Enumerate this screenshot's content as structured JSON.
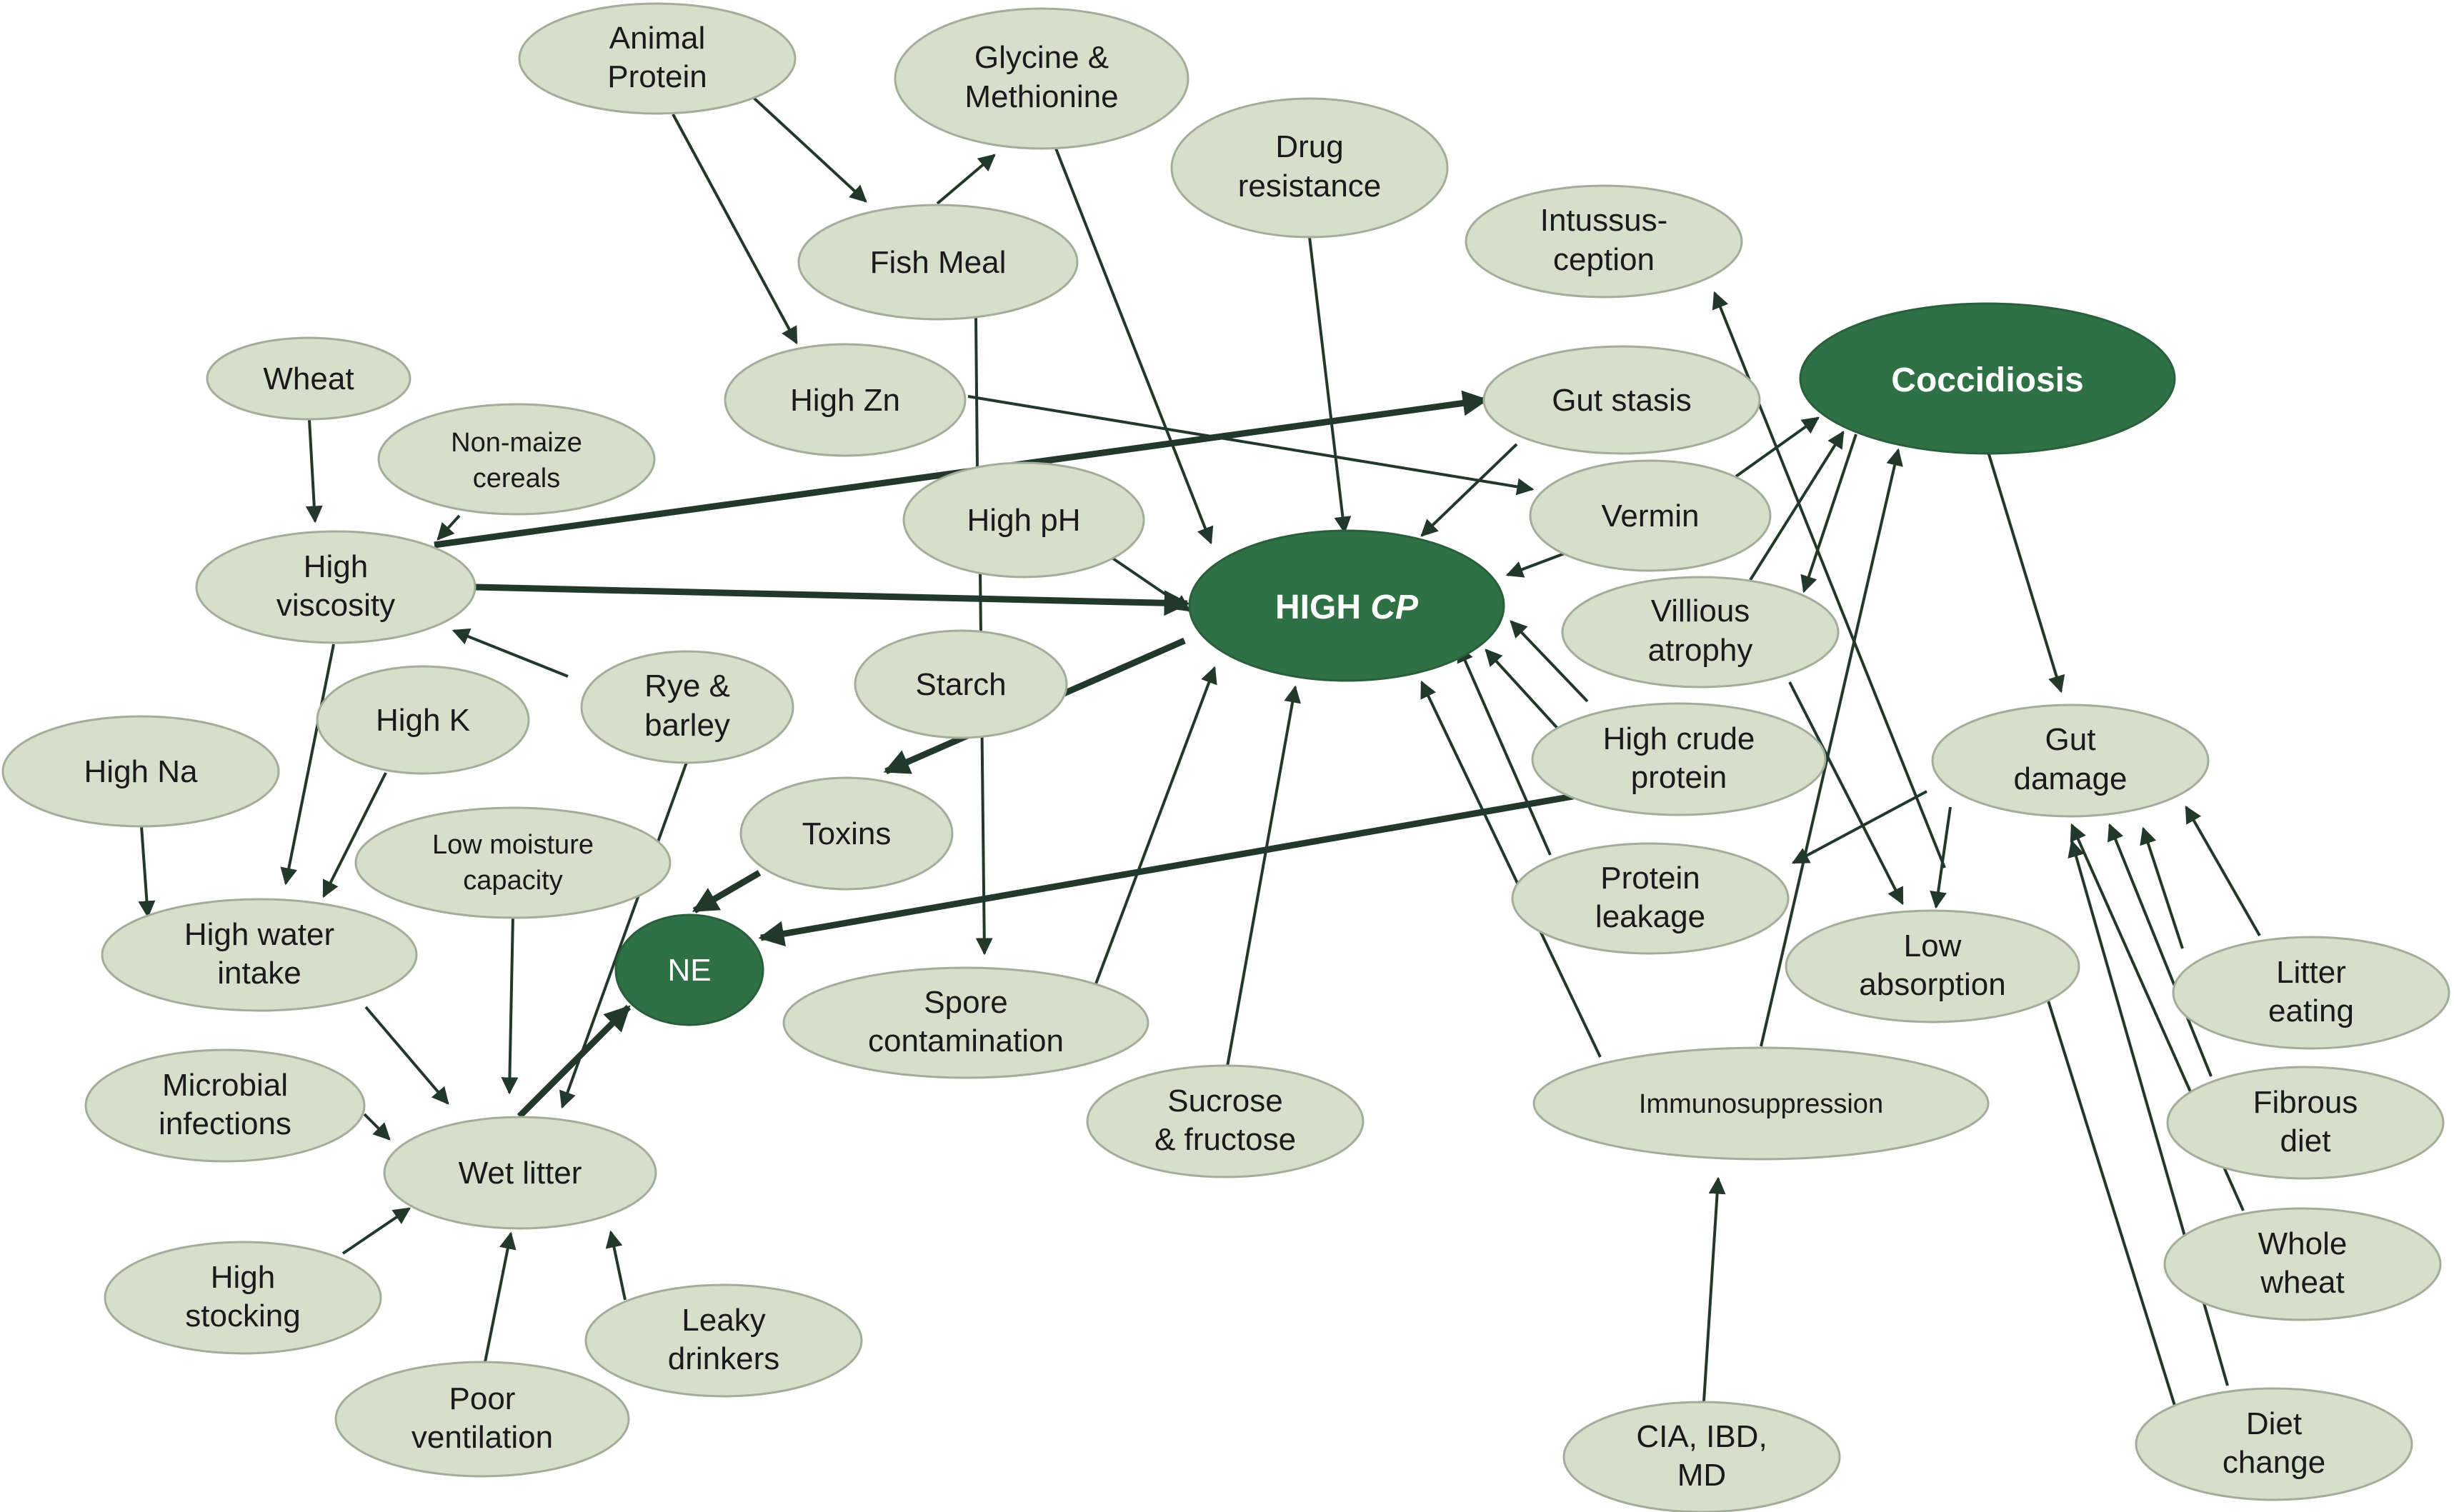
{
  "nodes": {
    "animal_protein": [
      "Animal",
      "Protein"
    ],
    "glycine": [
      "Glycine &",
      "Methionine"
    ],
    "drug_resistance": [
      "Drug",
      "resistance"
    ],
    "intussusception": [
      "Intussus-",
      "ception"
    ],
    "fish_meal": [
      "Fish Meal"
    ],
    "wheat": [
      "Wheat"
    ],
    "high_zn": [
      "High Zn"
    ],
    "gut_stasis": [
      "Gut stasis"
    ],
    "coccidiosis": [
      "Coccidiosis"
    ],
    "non_maize": [
      "Non-maize",
      "cereals"
    ],
    "high_ph": [
      "High pH"
    ],
    "vermin": [
      "Vermin"
    ],
    "high_viscosity": [
      "High",
      "viscosity"
    ],
    "high_cp": [
      "HIGH ",
      "CP"
    ],
    "villious": [
      "Villious",
      "atrophy"
    ],
    "starch": [
      "Starch"
    ],
    "rye": [
      "Rye &",
      "barley"
    ],
    "high_k": [
      "High K"
    ],
    "high_na": [
      "High Na"
    ],
    "high_crude": [
      "High crude",
      "protein"
    ],
    "gut_damage": [
      "Gut",
      "damage"
    ],
    "toxins": [
      "Toxins"
    ],
    "low_moisture": [
      "Low moisture",
      "capacity"
    ],
    "protein_leakage": [
      "Protein",
      "leakage"
    ],
    "high_water": [
      "High water",
      "intake"
    ],
    "ne": [
      "NE"
    ],
    "low_absorption": [
      "Low",
      "absorption"
    ],
    "litter_eating": [
      "Litter",
      "eating"
    ],
    "spore": [
      "Spore",
      "contamination"
    ],
    "microbial": [
      "Microbial",
      "infections"
    ],
    "immuno": [
      "Immunosuppression"
    ],
    "sucrose": [
      "Sucrose",
      "& fructose"
    ],
    "fibrous": [
      "Fibrous",
      "diet"
    ],
    "wet_litter": [
      "Wet litter"
    ],
    "whole_wheat": [
      "Whole",
      "wheat"
    ],
    "high_stocking": [
      "High",
      "stocking"
    ],
    "leaky": [
      "Leaky",
      "drinkers"
    ],
    "poor_vent": [
      "Poor",
      "ventilation"
    ],
    "cia": [
      "CIA, IBD,",
      "MD"
    ],
    "diet_change": [
      "Diet",
      "change"
    ]
  }
}
